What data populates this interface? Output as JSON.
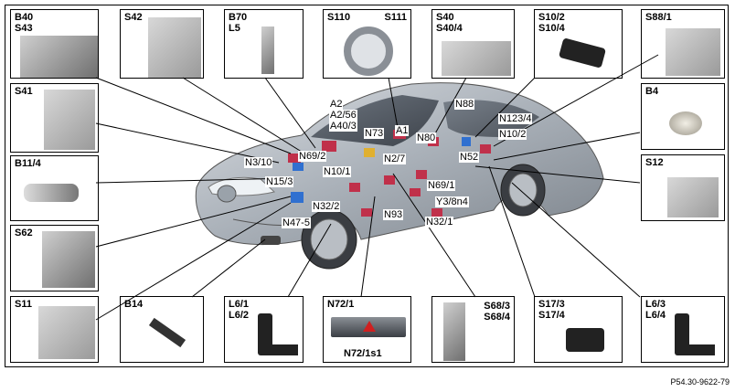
{
  "diagram": {
    "boxes": {
      "b40": {
        "line1": "B40",
        "line2": "S43"
      },
      "s42": {
        "line1": "S42"
      },
      "b70": {
        "line1": "B70",
        "line2": "L5"
      },
      "s110": {
        "left": "S110",
        "right": "S111"
      },
      "s40": {
        "line1": "S40",
        "line2": "S40/4"
      },
      "s10": {
        "line1": "S10/2",
        "line2": "S10/4"
      },
      "s88": {
        "line1": "S88/1"
      },
      "s41": {
        "line1": "S41"
      },
      "b4": {
        "line1": "B4"
      },
      "b11": {
        "line1": "B11/4"
      },
      "s12": {
        "line1": "S12"
      },
      "s62": {
        "line1": "S62"
      },
      "s11": {
        "line1": "S11"
      },
      "b14": {
        "line1": "B14"
      },
      "l61": {
        "line1": "L6/1",
        "line2": "L6/2"
      },
      "n721": {
        "line1": "N72/1",
        "bottom": "N72/1s1"
      },
      "s68": {
        "line1": "S68/3",
        "line2": "S68/4"
      },
      "s17": {
        "line1": "S17/3",
        "line2": "S17/4"
      },
      "l63": {
        "line1": "L6/3",
        "line2": "L6/4"
      }
    },
    "callouts": {
      "a2": "A2",
      "a256": "A2/56",
      "a403": "A40/3",
      "n73": "N73",
      "a1": "A1",
      "n88": "N88",
      "n1234": "N123/4",
      "n102": "N10/2",
      "n80": "N80",
      "n52": "N52",
      "n310": "N3/10",
      "n692": "N69/2",
      "n27": "N2/7",
      "n101": "N10/1",
      "n153": "N15/3",
      "n691": "N69/1",
      "y38n4": "Y3/8n4",
      "n322": "N32/2",
      "n93": "N93",
      "n321": "N32/1",
      "n475": "N47-5"
    },
    "figure_code": "P54.30-9622-79"
  }
}
